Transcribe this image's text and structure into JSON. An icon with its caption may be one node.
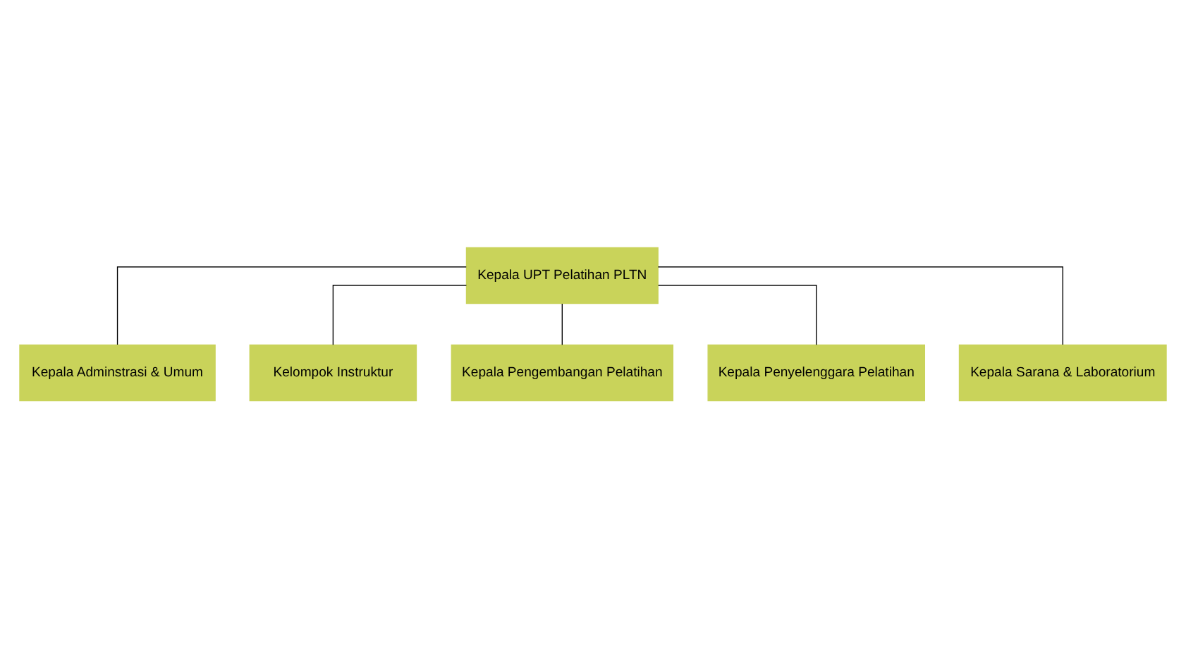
{
  "diagram": {
    "nodes": [
      {
        "text": [
          "Kepala UPT Pelatihan PLTN"
        ]
      },
      {
        "text": [
          "Kepala Adminstrasi & Umum"
        ]
      },
      {
        "text": [
          "Kelompok Instruktur"
        ]
      },
      {
        "text": [
          "Kepala Pengembangan Pelatihan"
        ]
      },
      {
        "text": [
          "Kepala Penyelenggara Pelatihan"
        ]
      },
      {
        "text": [
          "Kepala Sarana & Laboratorium"
        ]
      }
    ],
    "edges": [
      {
        "from": 0,
        "to": 1,
        "arrow": "none"
      },
      {
        "from": 0,
        "to": 2,
        "arrow": "none"
      },
      {
        "from": 0,
        "to": 3,
        "arrow": "none"
      },
      {
        "from": 0,
        "to": 4,
        "arrow": "none"
      },
      {
        "from": 0,
        "to": 5,
        "arrow": "none"
      }
    ]
  }
}
